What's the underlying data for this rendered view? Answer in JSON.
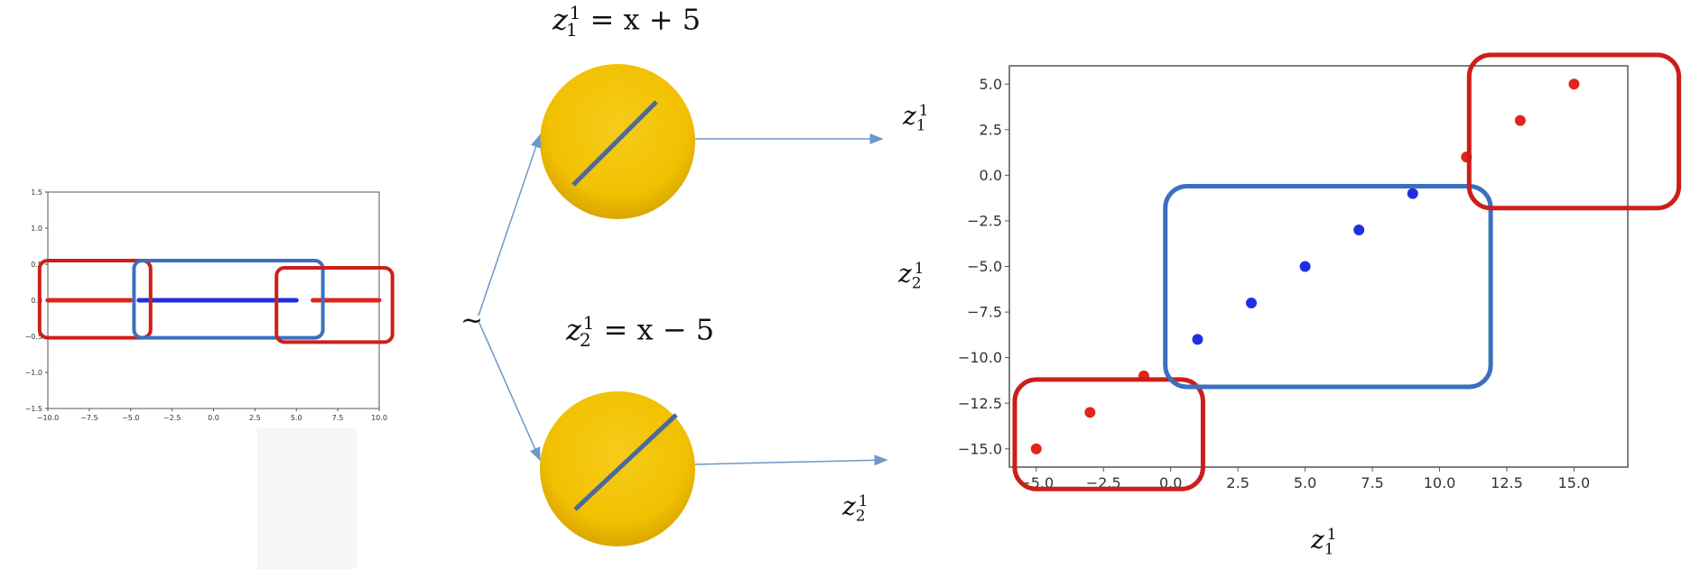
{
  "equations": {
    "top": {
      "var": "z",
      "sub": "1",
      "sup": "1",
      "rhs": "= x + 5"
    },
    "bottom": {
      "var": "z",
      "sub": "2",
      "sup": "1",
      "rhs": "= x − 5"
    }
  },
  "output_labels": {
    "top": {
      "var": "z",
      "sub": "1",
      "sup": "1"
    },
    "bottom": {
      "var": "z",
      "sub": "2",
      "sup": "1"
    }
  },
  "axis_labels": {
    "right_x": {
      "var": "z",
      "sub": "1",
      "sup": "1"
    },
    "right_y": {
      "var": "z",
      "sub": "2",
      "sup": "1"
    }
  },
  "tilde": "~",
  "colors": {
    "red": "#e0251b",
    "blue": "#1f2fe0",
    "box_red": "#cc1f1a",
    "box_blue": "#3a70c0",
    "neuron": "#f2c000",
    "neuron_line": "#4a6a9a",
    "arrow": "#6f97c8"
  },
  "chart_data": [
    {
      "type": "scatter",
      "xlim": [
        -10,
        10
      ],
      "ylim": [
        -1.5,
        1.5
      ],
      "xticks": [
        "−10.0",
        "−7.5",
        "−5.0",
        "−2.5",
        "0.0",
        "2.5",
        "5.0",
        "7.5",
        "10.0"
      ],
      "yticks": [
        "1.5",
        "1.0",
        "0.5",
        "0.0",
        "−0.5",
        "−1.0",
        "−1.5"
      ],
      "xtick_values": [
        -10,
        -7.5,
        -5,
        -2.5,
        0,
        2.5,
        5,
        7.5,
        10
      ],
      "ytick_values": [
        1.5,
        1.0,
        0.5,
        0,
        -0.5,
        -1.0,
        -1.5
      ],
      "series": [
        {
          "color": "red",
          "segments": [
            [
              -10,
              -5
            ],
            [
              6,
              10
            ]
          ]
        },
        {
          "color": "blue",
          "segments": [
            [
              -4.5,
              5
            ]
          ]
        }
      ],
      "boxes": [
        {
          "color": "box_red",
          "x": [
            -10.5,
            -3.8
          ],
          "y": [
            -0.52,
            0.55
          ]
        },
        {
          "color": "box_blue",
          "x": [
            -4.8,
            6.6
          ],
          "y": [
            -0.52,
            0.55
          ]
        },
        {
          "color": "box_red",
          "x": [
            3.8,
            10.8
          ],
          "y": [
            -0.58,
            0.45
          ]
        }
      ]
    },
    {
      "type": "scatter",
      "xlim": [
        -6,
        17
      ],
      "ylim": [
        -16.0,
        6.0
      ],
      "xticks": [
        "−5.0",
        "−2.5",
        "0.0",
        "2.5",
        "5.0",
        "7.5",
        "10.0",
        "12.5",
        "15.0"
      ],
      "yticks": [
        "5.0",
        "2.5",
        "0.0",
        "−2.5",
        "−5.0",
        "−7.5",
        "−10.0",
        "−12.5",
        "−15.0"
      ],
      "xtick_values": [
        -5,
        -2.5,
        0,
        2.5,
        5,
        7.5,
        10,
        12.5,
        15
      ],
      "ytick_values": [
        5,
        2.5,
        0,
        -2.5,
        -5,
        -7.5,
        -10,
        -12.5,
        -15
      ],
      "series": [
        {
          "color": "red",
          "x": [
            -5,
            -3,
            -1,
            11,
            13,
            15
          ],
          "y": [
            -15,
            -13,
            -11,
            1,
            3,
            5
          ]
        },
        {
          "color": "blue",
          "x": [
            1,
            3,
            5,
            7,
            9
          ],
          "y": [
            -9,
            -7,
            -5,
            -3,
            -1
          ]
        }
      ],
      "boxes": [
        {
          "color": "box_red",
          "x": [
            -5.8,
            1.2
          ],
          "y": [
            -17.2,
            -11.2
          ]
        },
        {
          "color": "box_blue",
          "x": [
            -0.2,
            11.9
          ],
          "y": [
            -11.6,
            -0.6
          ]
        },
        {
          "color": "box_red",
          "x": [
            11.1,
            18.9
          ],
          "y": [
            -1.8,
            6.6
          ]
        }
      ]
    }
  ]
}
